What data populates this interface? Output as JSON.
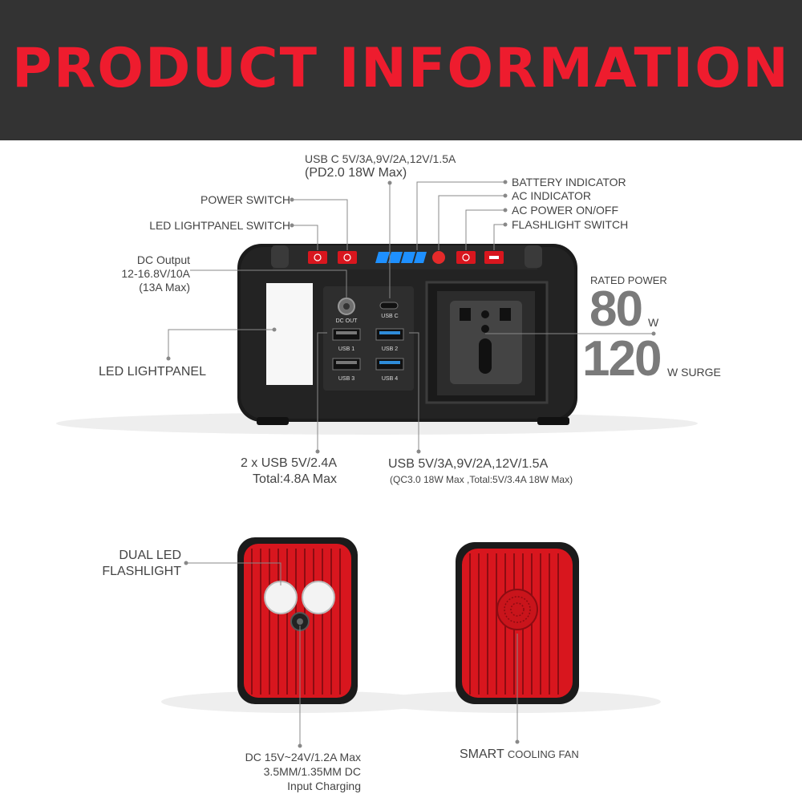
{
  "banner": {
    "title": "PRODUCT INFORMATION"
  },
  "callouts": {
    "usb_c_line1": "USB C 5V/3A,9V/2A,12V/1.5A",
    "usb_c_line2": "(PD2.0 18W Max)",
    "power_switch": "POWER SWITCH",
    "led_lightpanel_switch": "LED LIGHTPANEL SWITCH",
    "battery_indicator": "BATTERY INDICATOR",
    "ac_indicator": "AC INDICATOR",
    "ac_power": "AC POWER ON/OFF",
    "flashlight_switch": "FLASHLIGHT SWITCH",
    "dc_output_line1": "DC  Output",
    "dc_output_line2": "12-16.8V/10A",
    "dc_output_line3": "(13A Max)",
    "led_lightpanel": "LED LIGHTPANEL",
    "usb_a_line1": "2 x USB 5V/2.4A",
    "usb_a_line2": "Total:4.8A Max",
    "usb_qc_line1": "USB 5V/3A,9V/2A,12V/1.5A",
    "usb_qc_line2": "(QC3.0 18W Max ,Total:5V/3.4A 18W Max)",
    "dual_led_line1": "DUAL LED",
    "dual_led_line2": "FLASHLIGHT",
    "dc_input_line1": "DC 15V~24V/1.2A Max",
    "dc_input_line2": "3.5MM/1.35MM DC",
    "dc_input_line3": "Input Charging",
    "fan_word1": "SMART",
    "fan_word2": "COOLING FAN"
  },
  "rated": {
    "title": "RATED POWER",
    "rated_value": "80",
    "rated_unit": "W",
    "surge_value": "120",
    "surge_unit": "W SURGE"
  },
  "device_labels": {
    "dc_out": "DC OUT",
    "usb_c": "USB C",
    "usb1": "USB 1",
    "usb2": "USB 2",
    "usb3": "USB 3",
    "usb4": "USB 4"
  },
  "colors": {
    "banner_bg": "#333333",
    "title_red": "#ee1c2e",
    "device_red": "#d8161e",
    "indicator_blue": "#1e90ff"
  }
}
